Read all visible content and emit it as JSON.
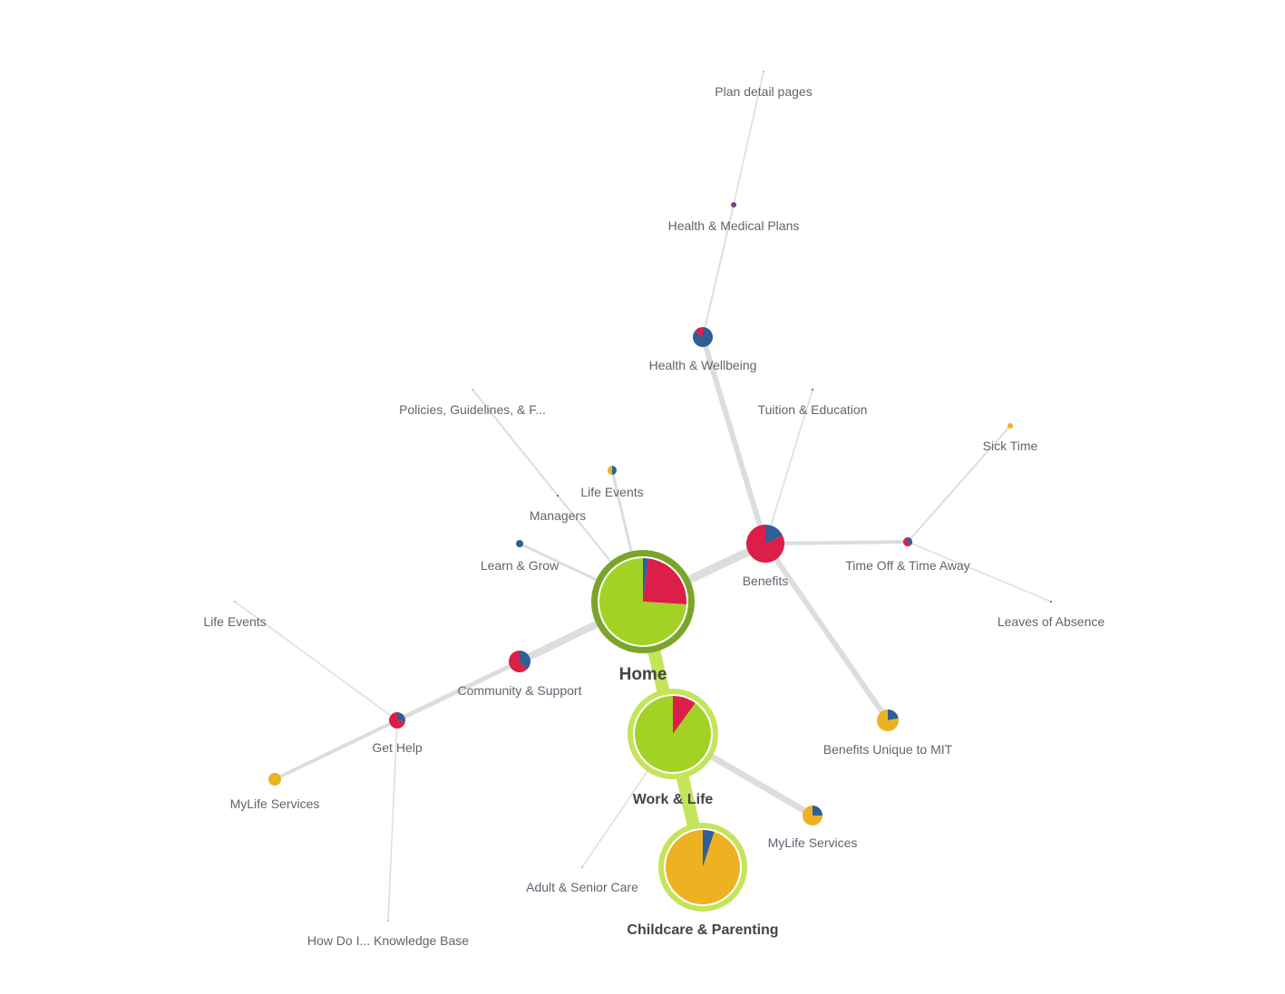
{
  "colors": {
    "green": "#a2d225",
    "red": "#dc1f48",
    "blue": "#2f5f95",
    "yellow": "#ecb222",
    "edge": "#dddddd",
    "edge_highlight": "#c4e45a",
    "ring_home": "#7ba52a",
    "ring_selected": "#c4e45a"
  },
  "nodes": [
    {
      "id": "home",
      "label": "Home",
      "slices": {
        "green": 0.74,
        "red": 0.24,
        "blue": 0.02
      }
    },
    {
      "id": "work-life",
      "label": "Work & Life",
      "slices": {
        "green": 0.9,
        "red": 0.1
      }
    },
    {
      "id": "childcare",
      "label": "Childcare & Parenting",
      "slices": {
        "yellow": 0.95,
        "blue": 0.05
      }
    },
    {
      "id": "benefits",
      "label": "Benefits",
      "slices": {
        "red": 0.82,
        "blue": 0.18
      }
    },
    {
      "id": "health-wellbeing",
      "label": "Health & Wellbeing",
      "slices": {
        "blue": 0.85,
        "red": 0.15
      }
    },
    {
      "id": "health-medical",
      "label": "Health & Medical Plans",
      "slices": {
        "red": 0.5,
        "blue": 0.5
      }
    },
    {
      "id": "plan-detail",
      "label": "Plan detail pages",
      "slices": {
        "yellow": 1
      }
    },
    {
      "id": "tuition",
      "label": "Tuition & Education",
      "slices": {
        "blue": 1
      }
    },
    {
      "id": "time-off",
      "label": "Time Off & Time Away",
      "slices": {
        "red": 0.6,
        "blue": 0.4
      }
    },
    {
      "id": "sick-time",
      "label": "Sick Time",
      "slices": {
        "yellow": 1
      }
    },
    {
      "id": "leaves",
      "label": "Leaves of Absence",
      "slices": {
        "blue": 1
      }
    },
    {
      "id": "benefits-mit",
      "label": "Benefits Unique to MIT",
      "slices": {
        "yellow": 0.78,
        "blue": 0.22
      }
    },
    {
      "id": "life-events-1",
      "label": "Life Events",
      "slices": {
        "blue": 0.5,
        "yellow": 0.5
      }
    },
    {
      "id": "policies",
      "label": "Policies, Guidelines, & F...",
      "slices": {
        "yellow": 1
      }
    },
    {
      "id": "managers",
      "label": "Managers",
      "slices": {
        "blue": 1
      }
    },
    {
      "id": "learn-grow",
      "label": "Learn & Grow",
      "slices": {
        "blue": 1
      }
    },
    {
      "id": "community",
      "label": "Community & Support",
      "slices": {
        "red": 0.62,
        "blue": 0.38
      }
    },
    {
      "id": "get-help",
      "label": "Get Help",
      "slices": {
        "red": 0.72,
        "blue": 0.28
      }
    },
    {
      "id": "life-events-2",
      "label": "Life Events",
      "slices": {
        "yellow": 1
      }
    },
    {
      "id": "mylife-1",
      "label": "MyLife Services",
      "slices": {
        "yellow": 1
      }
    },
    {
      "id": "how-do-i",
      "label": "How Do I... Knowledge Base",
      "slices": {
        "yellow": 1
      }
    },
    {
      "id": "mylife-2",
      "label": "MyLife Services",
      "slices": {
        "yellow": 0.75,
        "blue": 0.25
      }
    },
    {
      "id": "adult-care",
      "label": "Adult & Senior Care",
      "slices": {
        "yellow": 1
      }
    }
  ],
  "edges": [
    {
      "from": "home",
      "to": "work-life",
      "highlight": true
    },
    {
      "from": "work-life",
      "to": "childcare",
      "highlight": true
    },
    {
      "from": "home",
      "to": "benefits"
    },
    {
      "from": "benefits",
      "to": "health-wellbeing"
    },
    {
      "from": "health-wellbeing",
      "to": "health-medical"
    },
    {
      "from": "health-medical",
      "to": "plan-detail"
    },
    {
      "from": "benefits",
      "to": "tuition"
    },
    {
      "from": "benefits",
      "to": "time-off"
    },
    {
      "from": "time-off",
      "to": "sick-time"
    },
    {
      "from": "time-off",
      "to": "leaves"
    },
    {
      "from": "benefits",
      "to": "benefits-mit"
    },
    {
      "from": "home",
      "to": "life-events-1"
    },
    {
      "from": "home",
      "to": "policies"
    },
    {
      "from": "home",
      "to": "managers"
    },
    {
      "from": "home",
      "to": "learn-grow"
    },
    {
      "from": "home",
      "to": "community"
    },
    {
      "from": "community",
      "to": "get-help"
    },
    {
      "from": "get-help",
      "to": "life-events-2"
    },
    {
      "from": "get-help",
      "to": "mylife-1"
    },
    {
      "from": "get-help",
      "to": "how-do-i"
    },
    {
      "from": "work-life",
      "to": "mylife-2"
    },
    {
      "from": "work-life",
      "to": "adult-care"
    }
  ]
}
